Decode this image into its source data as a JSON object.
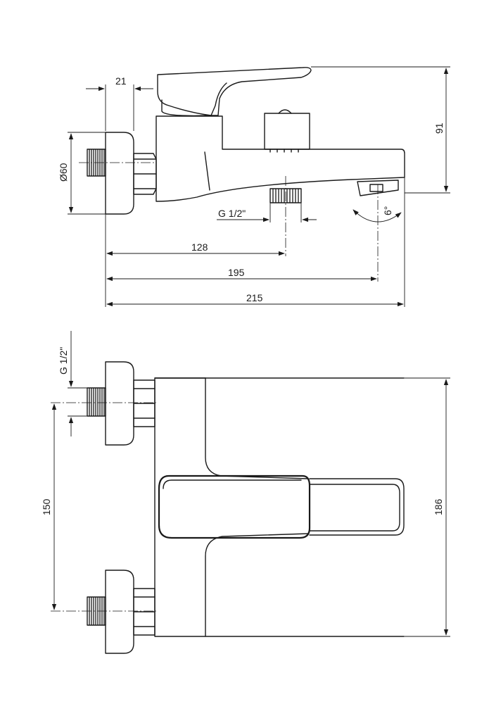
{
  "side_view": {
    "dim_21": "21",
    "dim_91": "91",
    "dim_diam": "Ø60",
    "dim_thread": "G 1/2\"",
    "dim_angle": "6°",
    "dim_128": "128",
    "dim_195": "195",
    "dim_215": "215"
  },
  "top_view": {
    "dim_thread": "G 1/2\"",
    "dim_150": "150",
    "dim_186": "186"
  }
}
